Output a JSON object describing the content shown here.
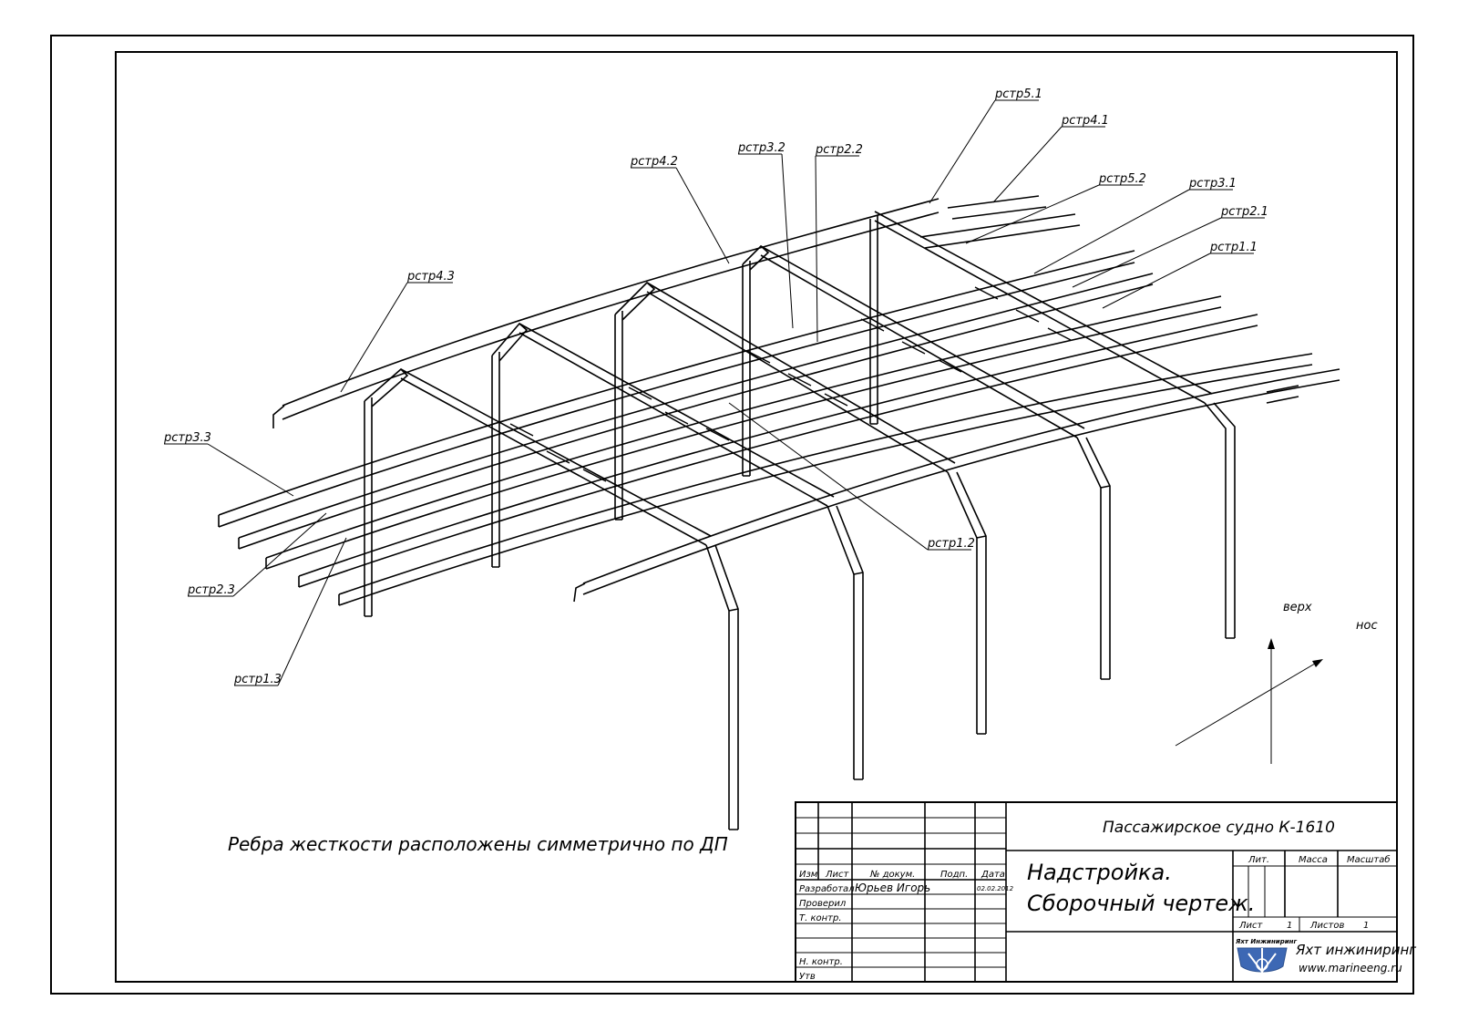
{
  "note": "Ребра жесткости расположены симметрично по ДП",
  "axes": {
    "up": "верх",
    "bow": "нос"
  },
  "callouts": [
    {
      "id": "rstr5_1",
      "label": "рстр5.1"
    },
    {
      "id": "rstr4_1",
      "label": "рстр4.1"
    },
    {
      "id": "rstr3_2",
      "label": "рстр3.2"
    },
    {
      "id": "rstr2_2",
      "label": "рстр2.2"
    },
    {
      "id": "rstr4_2",
      "label": "рстр4.2"
    },
    {
      "id": "rstr5_2",
      "label": "рстр5.2"
    },
    {
      "id": "rstr3_1",
      "label": "рстр3.1"
    },
    {
      "id": "rstr2_1",
      "label": "рстр2.1"
    },
    {
      "id": "rstr1_1",
      "label": "рстр1.1"
    },
    {
      "id": "rstr4_3",
      "label": "рстр4.3"
    },
    {
      "id": "rstr3_3",
      "label": "рстр3.3"
    },
    {
      "id": "rstr1_2",
      "label": "рстр1.2"
    },
    {
      "id": "rstr2_3",
      "label": "рстр2.3"
    },
    {
      "id": "rstr1_3",
      "label": "рстр1.3"
    }
  ],
  "title_block": {
    "project": "Пассажирское судно К-1610",
    "drawing_title_1": "Надстройка.",
    "drawing_title_2": "Сборочный чертеж.",
    "headers": {
      "izm": "Изм",
      "list": "Лист",
      "doc": "№ докум.",
      "sign": "Подп.",
      "date": "Дата"
    },
    "roles": {
      "developed": "Разработал",
      "checked": "Проверил",
      "tcontrol": "Т. контр.",
      "ncontrol": "Н. контр.",
      "approved": "Утв"
    },
    "developer": "Юрьев Игорь",
    "date": "02.02.2012",
    "lit_label": "Лит.",
    "mass_label": "Масса",
    "scale_label": "Масштаб",
    "sheet_label": "Лист",
    "sheet_value": "1",
    "sheets_label": "Листов",
    "sheets_value": "1",
    "company": "Яхт инжиниринг",
    "website": "www.marineeng.ru",
    "logo_text": "Яхт Инжиниринг"
  }
}
